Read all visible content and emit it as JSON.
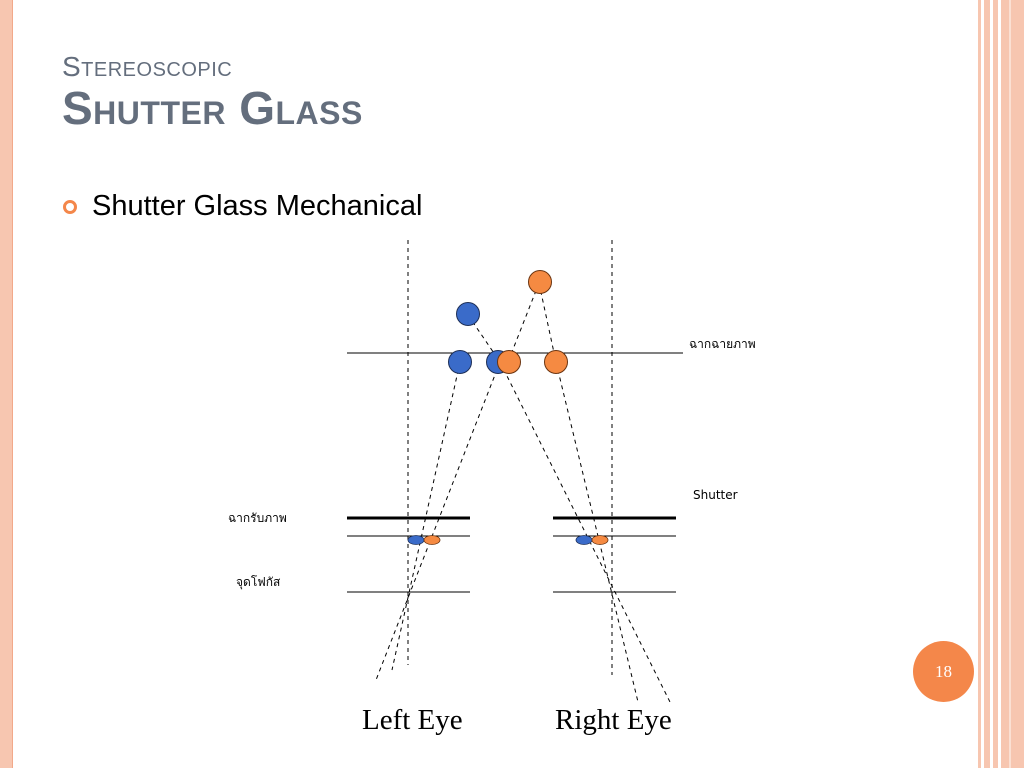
{
  "slide": {
    "title_line1": "Stereoscopic",
    "title_line2": "Shutter Glass",
    "bullet_text": "Shutter Glass Mechanical",
    "page_number": "18"
  },
  "diagram": {
    "label_projection_screen": "ฉากฉายภาพ",
    "label_shutter": "Shutter",
    "label_receiving_screen": "ฉากรับภาพ",
    "label_focal_point": "จุดโฟกัส",
    "label_left_eye": "Left Eye",
    "label_right_eye": "Right Eye"
  },
  "colors": {
    "title": "#646e7d",
    "accent_orange": "#f4874a",
    "blue_dot": "#3a6bc9",
    "orange_dot": "#f58a42",
    "frame_stripe": "#f7c6b0"
  }
}
